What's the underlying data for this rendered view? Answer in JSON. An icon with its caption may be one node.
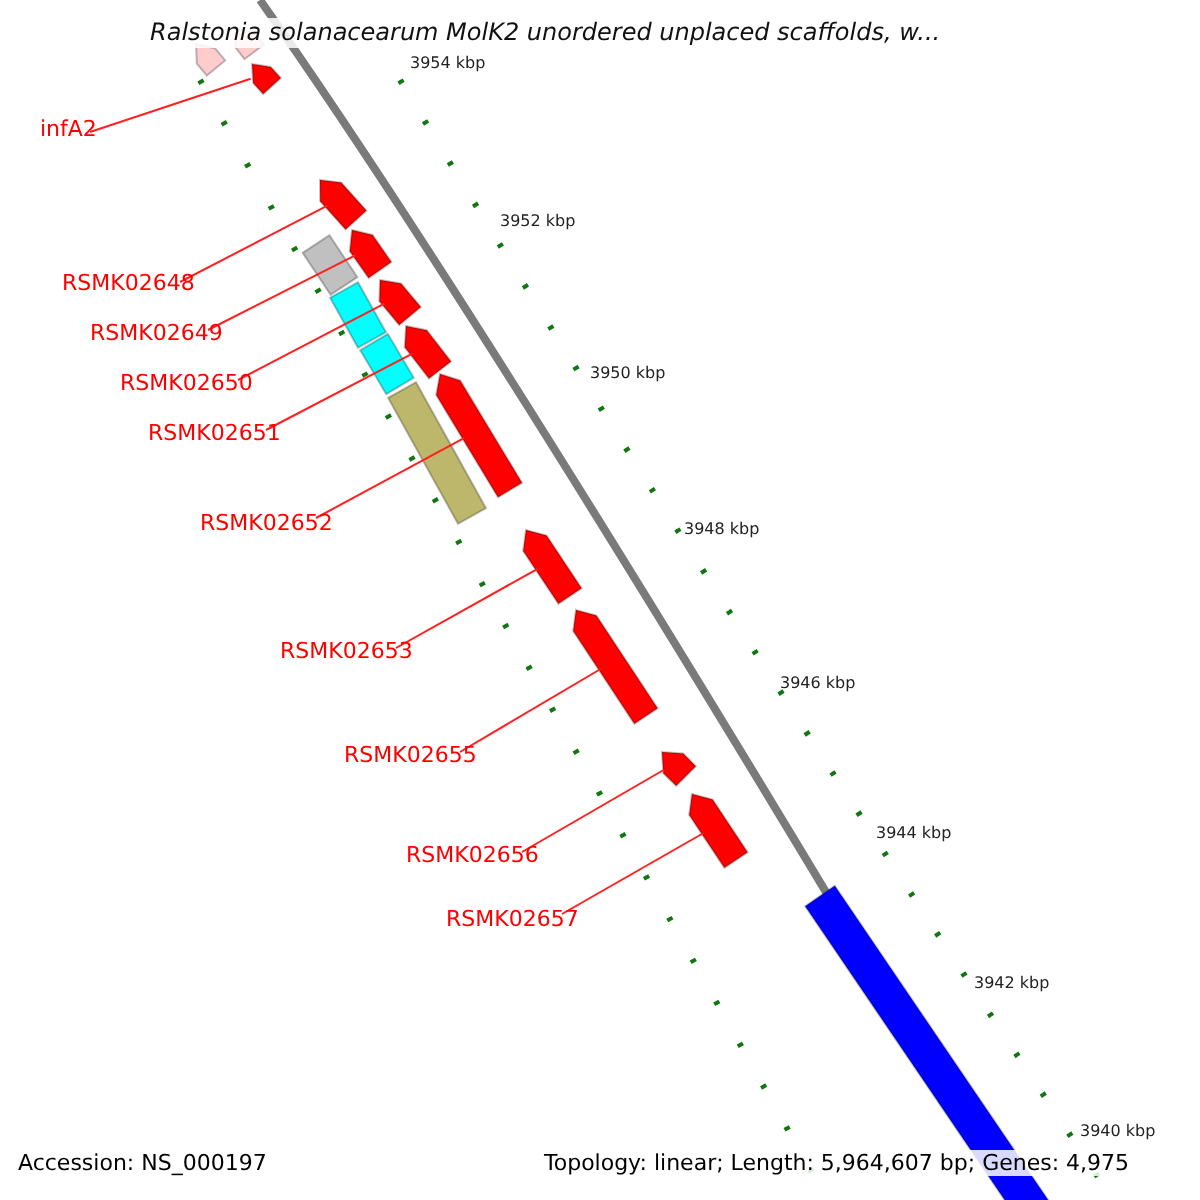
{
  "diagram": {
    "title": "Ralstonia solanacearum MolK2 unordered unplaced scaffolds, w...",
    "nodes": [
      {
        "text": [
          "infA2"
        ]
      },
      {
        "text": [
          "RSMK02648"
        ]
      },
      {
        "text": [
          "RSMK02649"
        ]
      },
      {
        "text": [
          "RSMK02650"
        ]
      },
      {
        "text": [
          "RSMK02651"
        ]
      },
      {
        "text": [
          "RSMK02652"
        ]
      },
      {
        "text": [
          "RSMK02653"
        ]
      },
      {
        "text": [
          "RSMK02655"
        ]
      },
      {
        "text": [
          "RSMK02656"
        ]
      },
      {
        "text": [
          "RSMK02657"
        ]
      },
      {
        "text": [],
        "shape": "bar"
      },
      {
        "text": [],
        "shape": "bar"
      },
      {
        "text": [],
        "shape": "bar"
      },
      {
        "text": [],
        "shape": "bar"
      },
      {
        "text": [],
        "shape": "bar"
      },
      {
        "text": [],
        "shape": "bar"
      },
      {
        "text": [],
        "shape": "bar"
      },
      {
        "text": [],
        "shape": "bar"
      },
      {
        "text": [],
        "shape": "bar"
      },
      {
        "text": [],
        "shape": "bar"
      },
      {
        "text": [],
        "shape": "bar"
      },
      {
        "text": [],
        "shape": "bar"
      },
      {
        "text": [],
        "shape": "bar"
      },
      {
        "text": [],
        "shape": "bar"
      },
      {
        "text": [],
        "shape": "bar"
      },
      {
        "text": [],
        "shape": "bar"
      },
      {
        "text": [],
        "shape": "bar"
      }
    ],
    "edges": [
      {
        "from": 0,
        "to": 12,
        "arrow": "none"
      },
      {
        "from": 1,
        "to": 13,
        "arrow": "none"
      },
      {
        "from": 2,
        "to": 14,
        "arrow": "none"
      },
      {
        "from": 3,
        "to": 15,
        "arrow": "none"
      },
      {
        "from": 4,
        "to": 16,
        "arrow": "none"
      },
      {
        "from": 5,
        "to": 17,
        "arrow": "none"
      },
      {
        "from": 6,
        "to": 18,
        "arrow": "none"
      },
      {
        "from": 7,
        "to": 19,
        "arrow": "none"
      },
      {
        "from": 8,
        "to": 20,
        "arrow": "none"
      },
      {
        "from": 9,
        "to": 21,
        "arrow": "none"
      }
    ],
    "labels": [
      "3954 kbp",
      "3952 kbp",
      "3950 kbp",
      "3948 kbp",
      "3946 kbp",
      "3944 kbp",
      "3942 kbp",
      "3940 kbp",
      "Accession: NS_000197",
      "Topology: linear; Length: 5,964,607 bp; Genes: 4,975"
    ]
  }
}
